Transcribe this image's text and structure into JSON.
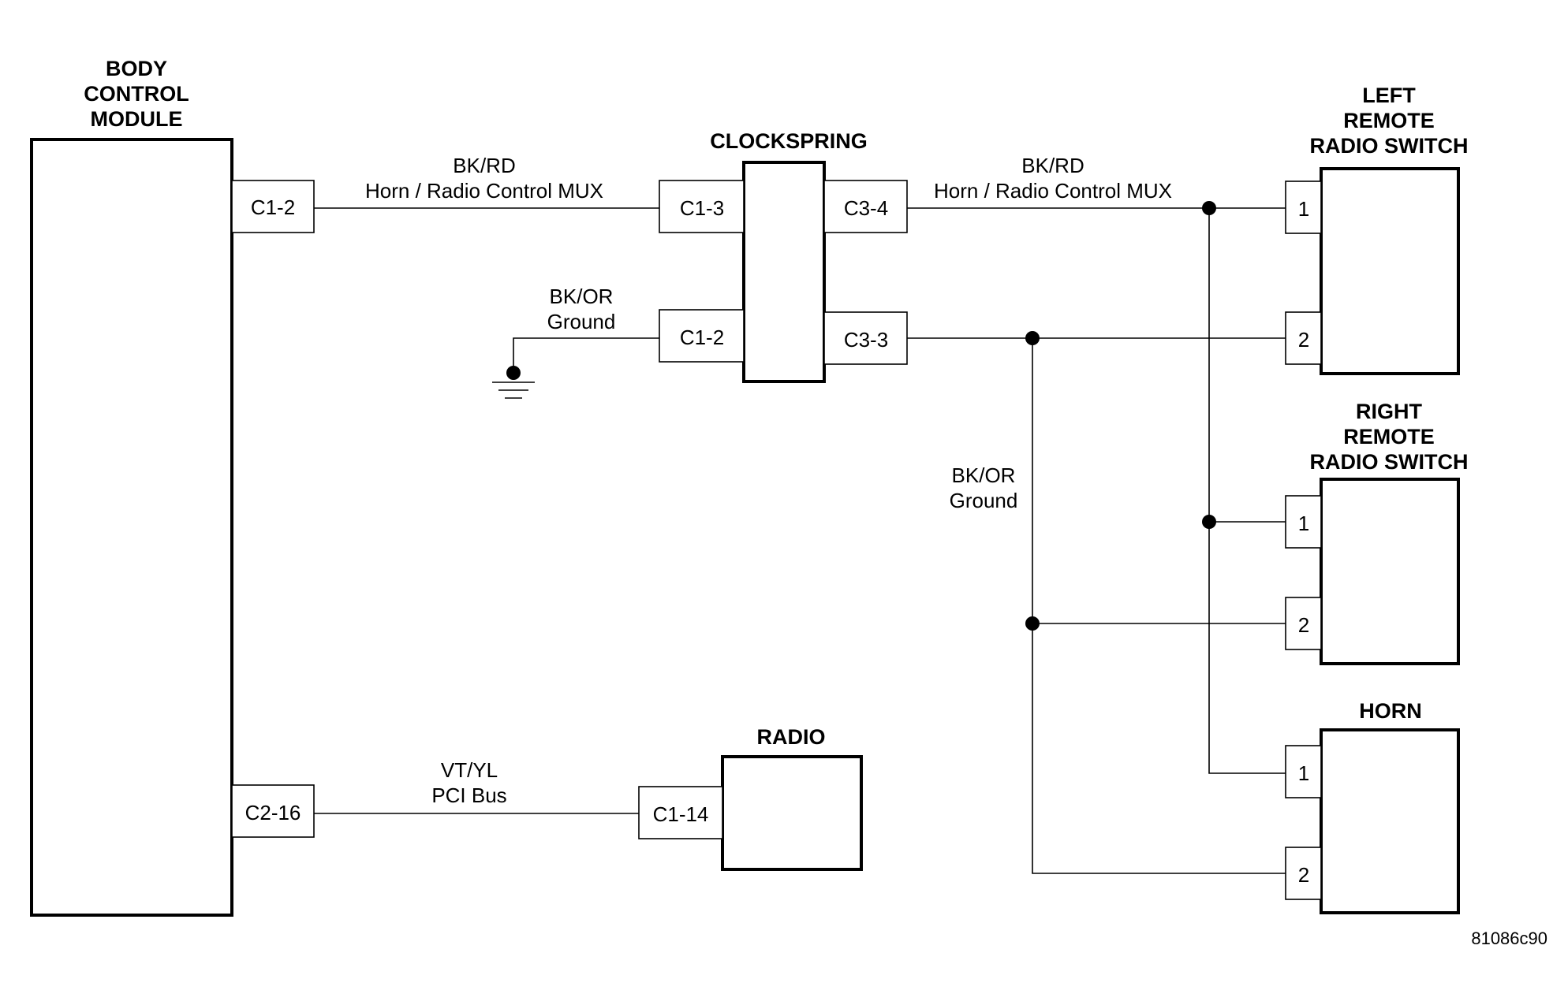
{
  "components": {
    "bcm": {
      "title": [
        "BODY",
        "CONTROL",
        "MODULE"
      ],
      "pins": {
        "c1_2": "C1-2",
        "c2_16": "C2-16"
      }
    },
    "clockspring": {
      "title": "CLOCKSPRING",
      "pins": {
        "c1_3": "C1-3",
        "c1_2": "C1-2",
        "c3_4": "C3-4",
        "c3_3": "C3-3"
      }
    },
    "radio": {
      "title": "RADIO",
      "pins": {
        "c1_14": "C1-14"
      }
    },
    "left_switch": {
      "title": [
        "LEFT",
        "REMOTE",
        "RADIO SWITCH"
      ],
      "pins": {
        "p1": "1",
        "p2": "2"
      }
    },
    "right_switch": {
      "title": [
        "RIGHT",
        "REMOTE",
        "RADIO SWITCH"
      ],
      "pins": {
        "p1": "1",
        "p2": "2"
      }
    },
    "horn": {
      "title": "HORN",
      "pins": {
        "p1": "1",
        "p2": "2"
      }
    }
  },
  "wires": {
    "bcm_to_clockspring": {
      "color": "BK/RD",
      "function": "Horn / Radio Control MUX"
    },
    "clockspring_ground": {
      "color": "BK/OR",
      "function": "Ground"
    },
    "clockspring_to_switches": {
      "color": "BK/RD",
      "function": "Horn / Radio Control MUX"
    },
    "switches_ground": {
      "color": "BK/OR",
      "function": "Ground"
    },
    "pci_bus": {
      "color": "VT/YL",
      "function": "PCI Bus"
    }
  },
  "reference": "81086c90"
}
